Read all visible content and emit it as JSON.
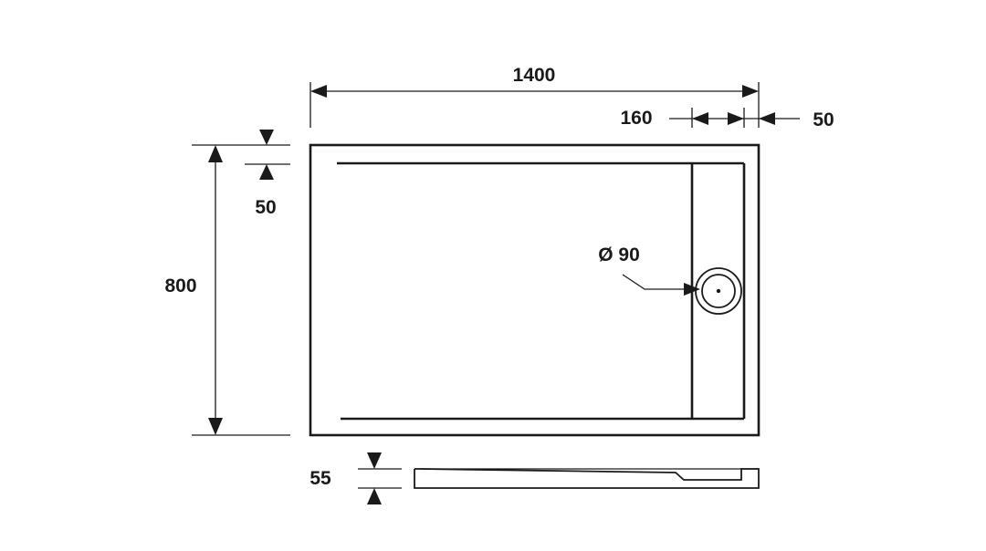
{
  "dimensions": {
    "length": "1400",
    "width": "800",
    "channel_width": "160",
    "rim_right": "50",
    "rim_top": "50",
    "drain_diameter": "Ø 90",
    "height": "55"
  },
  "colors": {
    "line": "#1a1a1a",
    "background": "#ffffff"
  }
}
